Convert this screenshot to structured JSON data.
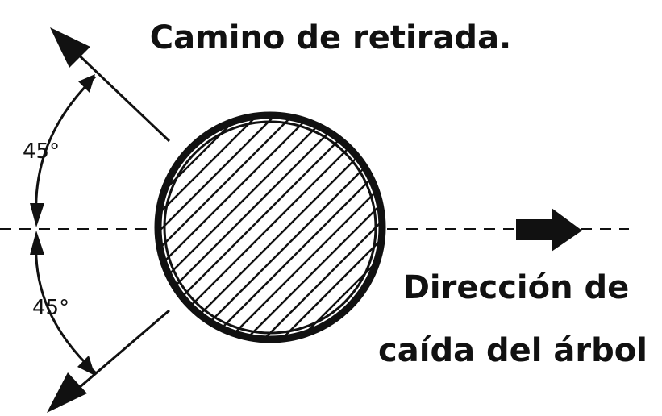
{
  "title": "Camino de retirada.",
  "fall_direction": {
    "line1": "Dirección de",
    "line2": "caída del árbol"
  },
  "angles": {
    "upper": "45°",
    "lower": "45°"
  },
  "colors": {
    "ink": "#111111",
    "background": "#ffffff"
  }
}
